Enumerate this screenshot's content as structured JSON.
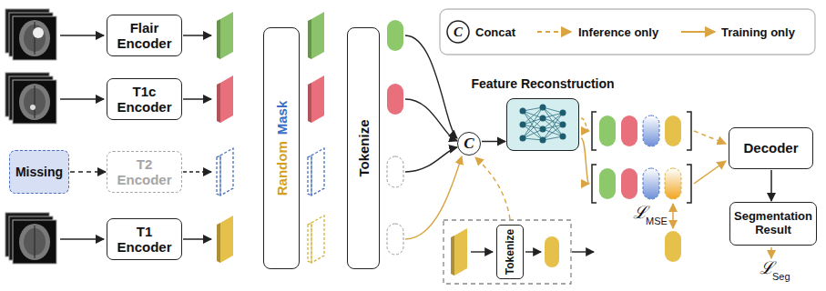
{
  "diagram": {
    "nodes": [
      {
        "text": [
          "Flair Encoder"
        ]
      },
      {
        "text": [
          "T1c Encoder"
        ]
      },
      {
        "text": [
          "Missing"
        ]
      },
      {
        "text": [
          "T2 Encoder"
        ]
      },
      {
        "text": [
          "T1 Encoder"
        ]
      },
      {
        "text": [
          "Random",
          "Mask"
        ]
      },
      {
        "text": [
          "Tokenize"
        ]
      },
      {
        "text": [
          "C"
        ]
      },
      {
        "text": [
          "Feature Reconstruction"
        ]
      },
      {
        "text": [
          "Decoder"
        ]
      },
      {
        "text": [
          "Segmentation Result"
        ]
      },
      {
        "text": [
          "Tokenize"
        ]
      }
    ],
    "edges": [
      {
        "from": 2,
        "to": 3,
        "arrow": "to"
      },
      {
        "from": 7,
        "to": 8,
        "arrow": "to"
      },
      {
        "from": 9,
        "to": 10,
        "arrow": "to"
      }
    ],
    "labels": [
      "C",
      "ℒ",
      "MSE",
      "ℒ",
      "Seg"
    ],
    "legend": [
      {
        "text": "Concat"
      },
      {
        "text": "Inference only"
      },
      {
        "text": "Training only"
      }
    ]
  }
}
